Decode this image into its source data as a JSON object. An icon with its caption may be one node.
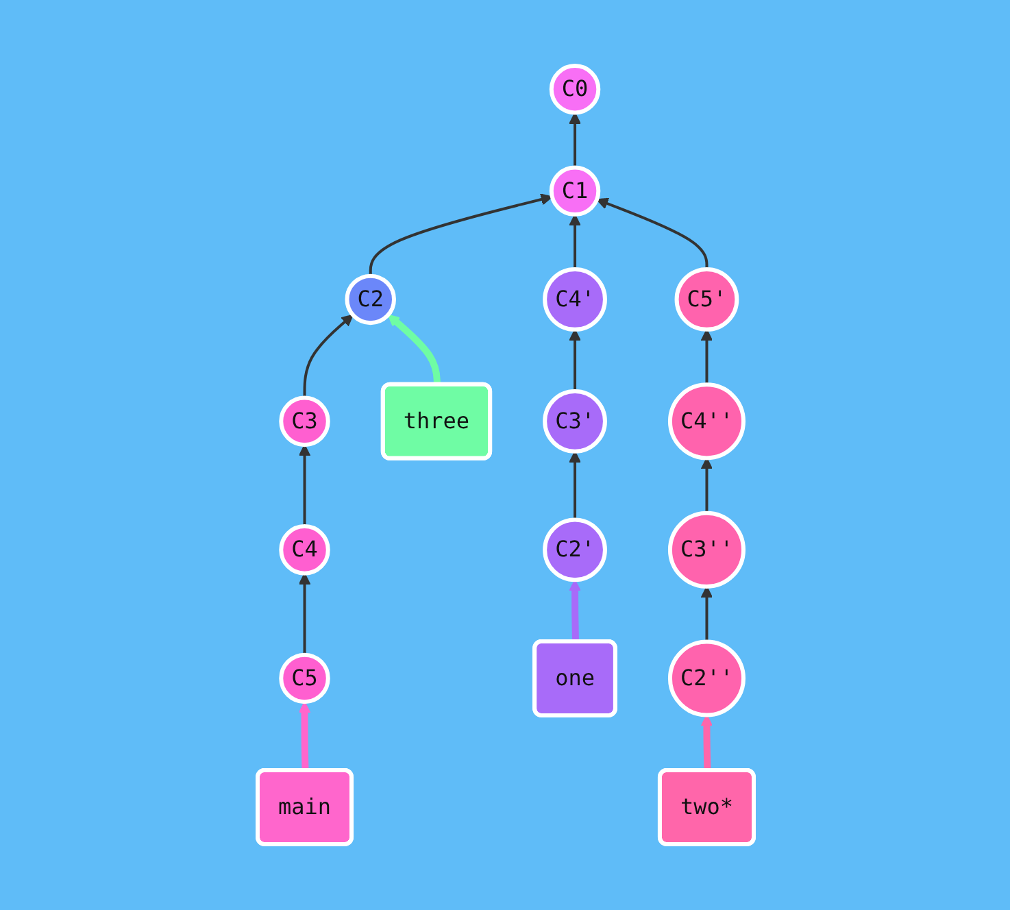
{
  "diagram": {
    "nodes": [
      {
        "text": [
          "C0"
        ]
      },
      {
        "text": [
          "C1"
        ]
      },
      {
        "text": [
          "three"
        ]
      },
      {
        "text": [
          "C2"
        ]
      },
      {
        "text": [
          "C4'"
        ]
      },
      {
        "text": [
          "C5'"
        ]
      },
      {
        "text": [
          "C3"
        ]
      },
      {
        "text": [
          "C3'"
        ]
      },
      {
        "text": [
          "C4''"
        ]
      },
      {
        "text": [
          "one"
        ]
      },
      {
        "text": [
          "C4"
        ]
      },
      {
        "text": [
          "C2'"
        ]
      },
      {
        "text": [
          "C3''"
        ]
      },
      {
        "text": [
          "main"
        ]
      },
      {
        "text": [
          "C5"
        ]
      },
      {
        "text": [
          "C2''"
        ]
      },
      {
        "text": [
          "two*"
        ]
      }
    ],
    "edges": [
      {
        "from": 1,
        "to": 0,
        "arrow": "to"
      },
      {
        "from": 3,
        "to": 1,
        "arrow": "to"
      },
      {
        "from": 4,
        "to": 1,
        "arrow": "to"
      },
      {
        "from": 5,
        "to": 1,
        "arrow": "to"
      },
      {
        "from": 6,
        "to": 3,
        "arrow": "to"
      },
      {
        "from": 10,
        "to": 6,
        "arrow": "to"
      },
      {
        "from": 14,
        "to": 10,
        "arrow": "to"
      },
      {
        "from": 7,
        "to": 4,
        "arrow": "to"
      },
      {
        "from": 11,
        "to": 7,
        "arrow": "to"
      },
      {
        "from": 8,
        "to": 5,
        "arrow": "to"
      },
      {
        "from": 12,
        "to": 8,
        "arrow": "to"
      },
      {
        "from": 15,
        "to": 12,
        "arrow": "to"
      },
      {
        "from": 2,
        "to": 3,
        "arrow": "to",
        "style": "thick",
        "color": "#6ffca4"
      },
      {
        "from": 9,
        "to": 11,
        "arrow": "to",
        "style": "thick",
        "color": "#a86bf9"
      },
      {
        "from": 13,
        "to": 14,
        "arrow": "to",
        "style": "thick",
        "color": "#ff66cc"
      },
      {
        "from": 16,
        "to": 15,
        "arrow": "to",
        "style": "thick",
        "color": "#ff66aa"
      }
    ]
  }
}
